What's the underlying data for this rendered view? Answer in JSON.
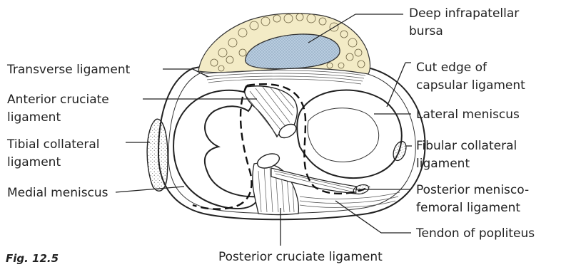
{
  "figure": {
    "caption": "Fig. 12.5",
    "labels": {
      "deep_infrapatellar_bursa_line1": "Deep infrapatellar",
      "deep_infrapatellar_bursa_line2": "bursa",
      "transverse_ligament": "Transverse ligament",
      "cut_edge_line1": "Cut edge of",
      "cut_edge_line2": "capsular ligament",
      "anterior_cruciate_line1": "Anterior cruciate",
      "anterior_cruciate_line2": "ligament",
      "lateral_meniscus": "Lateral meniscus",
      "tibial_collateral_line1": "Tibial collateral",
      "tibial_collateral_line2": "ligament",
      "fibular_collateral_line1": "Fibular collateral",
      "fibular_collateral_line2": "ligament",
      "medial_meniscus": "Medial meniscus",
      "posterior_menisco_line1": "Posterior menisco-",
      "posterior_menisco_line2": "femoral ligament",
      "tendon_of_popliteus": "Tendon of popliteus",
      "posterior_cruciate_ligament": "Posterior cruciate ligament"
    },
    "colors": {
      "fat_pad": "#f3ebc6",
      "bursa": "#b9cde0",
      "ink": "#222222"
    }
  }
}
